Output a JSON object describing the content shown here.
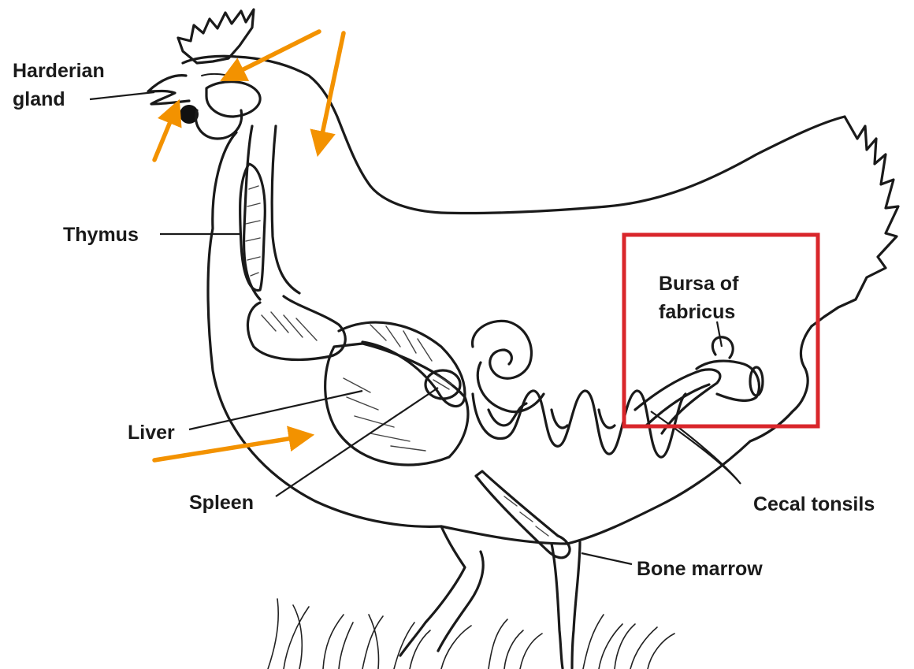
{
  "labels": {
    "harderian_1": "Harderian",
    "harderian_2": "gland",
    "thymus": "Thymus",
    "bursa_1": "Bursa of",
    "bursa_2": "fabricus",
    "liver": "Liver",
    "spleen": "Spleen",
    "cecal_tonsils": "Cecal tonsils",
    "bone_marrow": "Bone marrow"
  },
  "colors": {
    "arrow": "#f39200",
    "highlight_box": "#d9262b",
    "ink": "#1a1a1a"
  }
}
